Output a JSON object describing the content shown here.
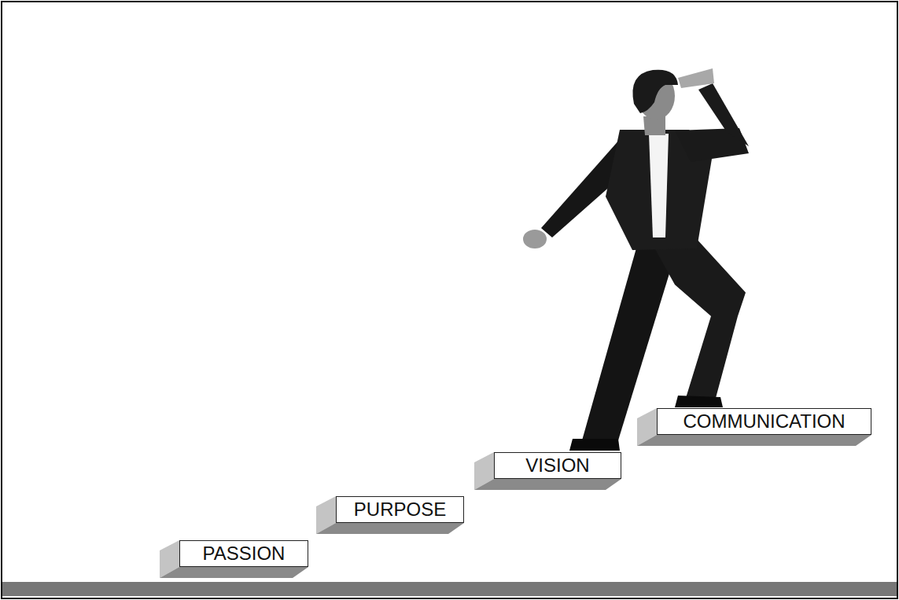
{
  "diagram": {
    "nodes": [
      {
        "text": [
          "PASSION"
        ]
      },
      {
        "text": [
          "PURPOSE"
        ]
      },
      {
        "text": [
          "VISION"
        ]
      },
      {
        "text": [
          "COMMUNICATION"
        ]
      }
    ]
  }
}
